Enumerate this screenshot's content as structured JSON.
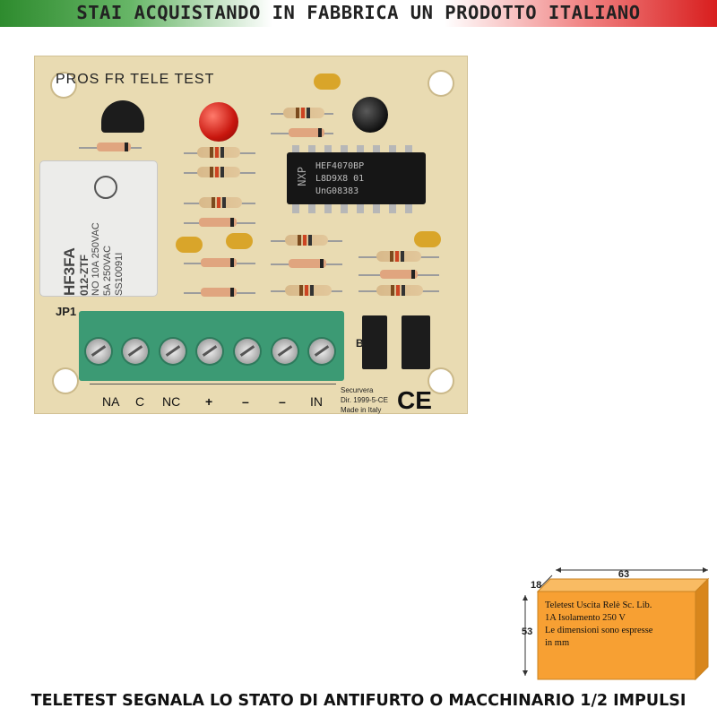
{
  "banner": {
    "text": "STAI ACQUISTANDO IN FABBRICA UN PRODOTTO ITALIANO",
    "colors": {
      "left": "#2e8b2e",
      "middle": "#ffffff",
      "right": "#d81e1e"
    }
  },
  "board": {
    "silkscreen_title": "PROS  FR  TELE TEST",
    "ic_text": [
      "HEF4070BP",
      "L8D9X8  01",
      "UnG08383"
    ],
    "ic_logo": "NXP",
    "relay": {
      "model": "HF3FA",
      "code": "012-ZTF",
      "rating_lines": [
        "NO 10A 250VAC",
        "5A 250VAC"
      ],
      "mark": "SS10091I"
    },
    "jumper_header_label": "JP1",
    "jumper_label": "B",
    "terminal_labels": [
      "NA",
      "C",
      "NC",
      "+",
      "–",
      "–",
      "IN"
    ],
    "maker_lines": [
      "Securvera",
      "Dir. 1999-5-CE",
      "Made in Italy"
    ],
    "ce_mark": "CE",
    "colors": {
      "pcb": "#e9dbb2",
      "terminal": "#3c9a74",
      "led": "#c8160e",
      "ceramic_cap": "#d9a52a"
    }
  },
  "dimensions": {
    "width": "63",
    "depth": "18",
    "height": "53",
    "box_color": "#f7a033",
    "description_lines": [
      "Teletest Uscita Relè Sc. Lib.",
      "1A Isolamento 250 V",
      "Le dimensioni sono espresse",
      "in mm"
    ]
  },
  "caption": "TELETEST SEGNALA LO STATO DI ANTIFURTO O MACCHINARIO 1/2 IMPULSI"
}
